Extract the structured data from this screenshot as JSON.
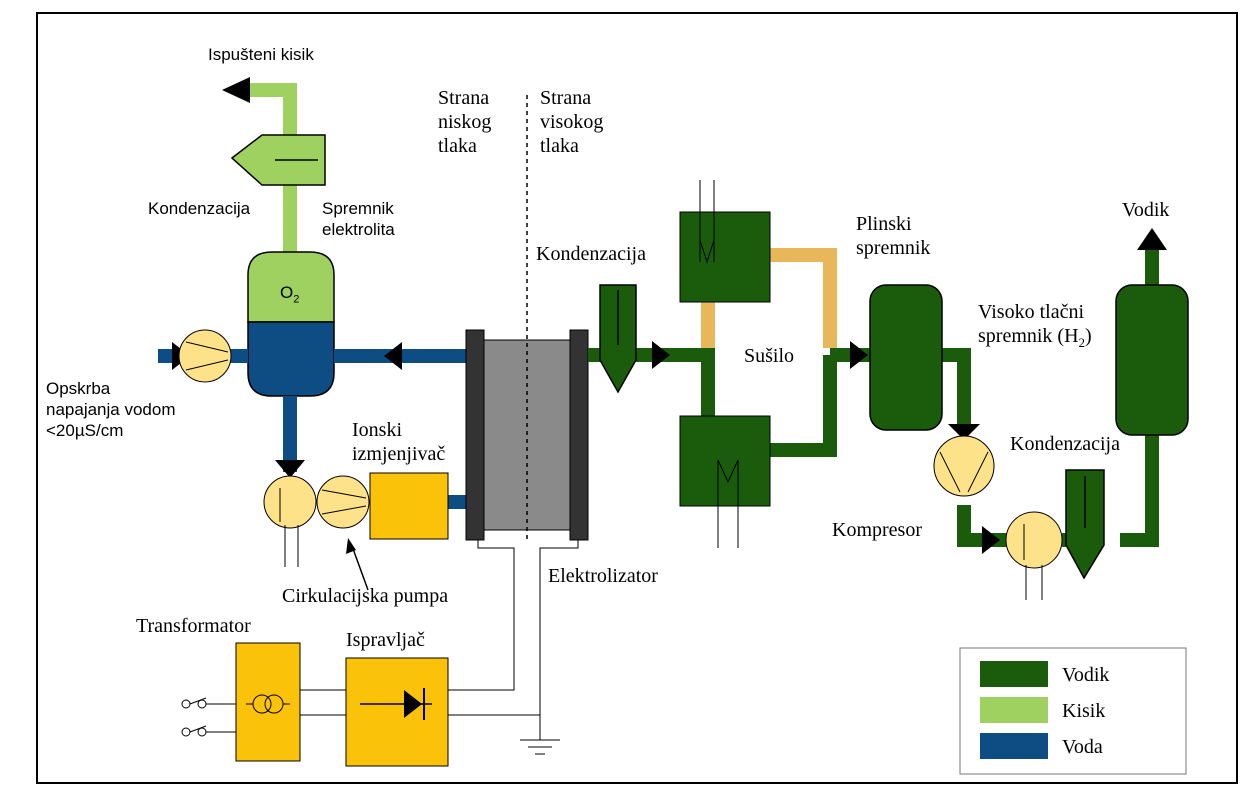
{
  "labels": {
    "released_oxygen": "Ispušteni kisik",
    "condensation_left": "Kondenzacija",
    "electrolyte_tank": "Spremnik\nelektrolita",
    "o2": "O",
    "o2_sub": "2",
    "water_supply": "Opskrba\nnapajanja vodom\n<20µS/cm",
    "ion_exchanger": "Ionski\nizmjenjivač",
    "circulation_pump": "Cirkulacijska pumpa",
    "low_pressure_side": "Strana\nniskog\ntlaka",
    "high_pressure_side": "Strana\nvisokog\ntlaka",
    "condensation_mid": "Kondenzacija",
    "dryer": "Sušilo",
    "gas_tank": "Plinski\nspremnik",
    "high_pressure_tank": "Visoko tlačni\nspremnik (H",
    "high_pressure_tank_sub": "2",
    "high_pressure_tank_end": ")",
    "hydrogen_out": "Vodik",
    "condensation_right": "Kondenzacija",
    "compressor": "Kompresor",
    "electrolyzer": "Elektrolizator",
    "transformer": "Transformator",
    "rectifier": "Ispravljač"
  },
  "legend": [
    {
      "label": "Vodik",
      "color": "#1a5c0c"
    },
    {
      "label": "Kisik",
      "color": "#9fd160"
    },
    {
      "label": "Voda",
      "color": "#0e4c84"
    }
  ],
  "colors": {
    "hydrogen": "#1a5c0c",
    "oxygen": "#9fd160",
    "water": "#0e4c84",
    "dryer_pipe": "#e8b75a",
    "equipment": "#fbc20a",
    "pump": "#fde28a"
  }
}
